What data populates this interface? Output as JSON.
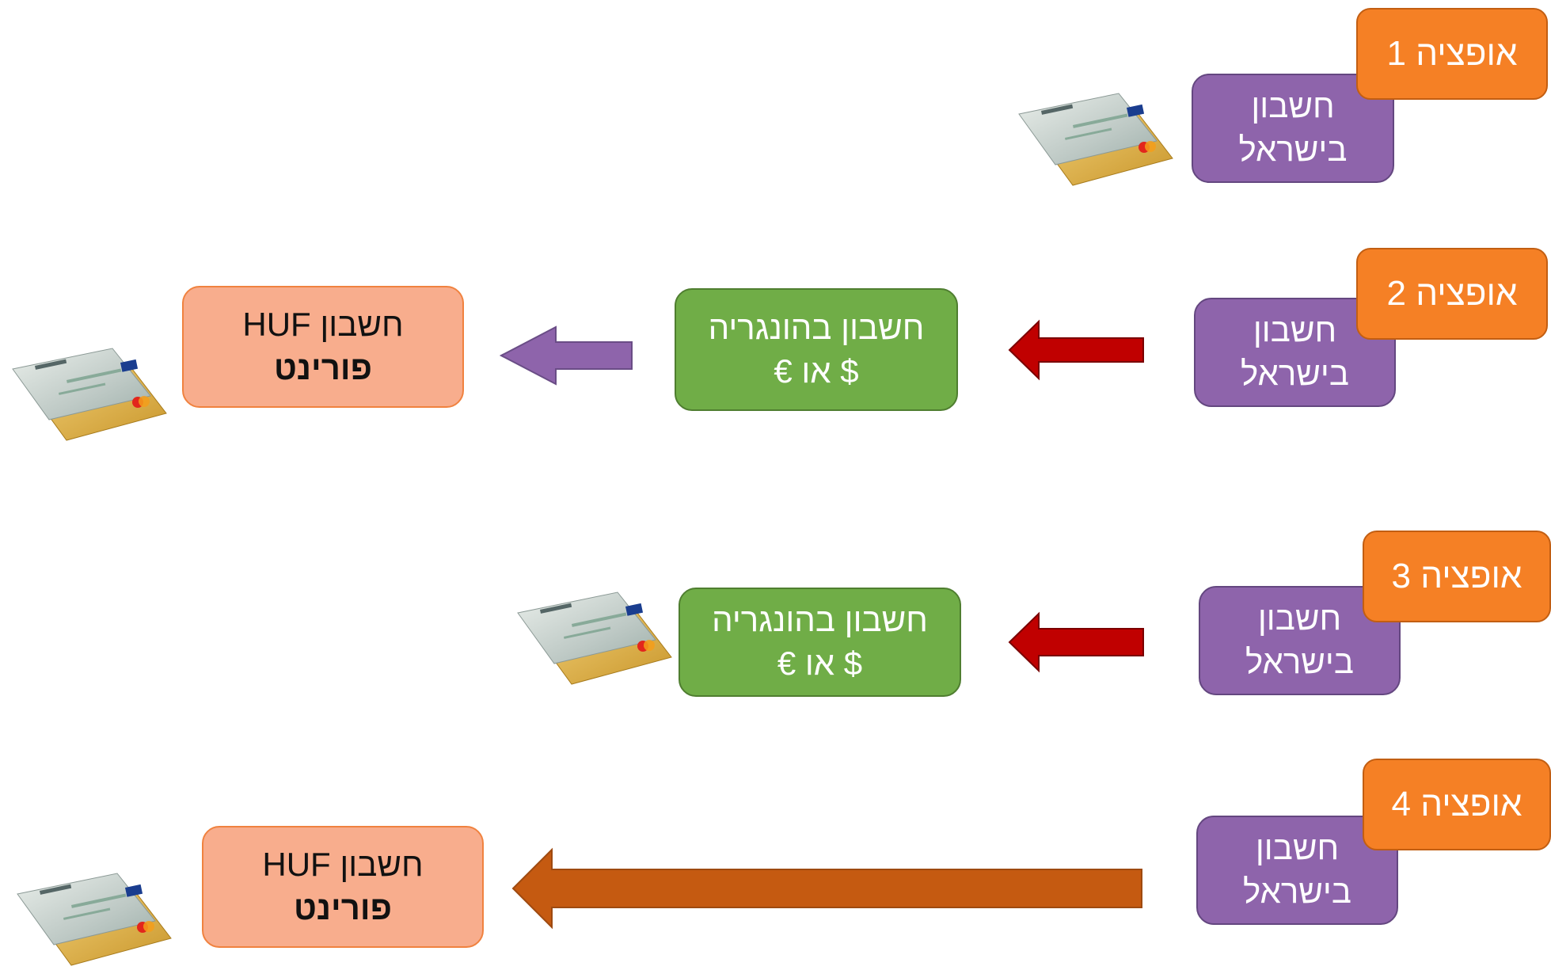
{
  "options": [
    {
      "option_label": "אופציה 1",
      "israel_account": {
        "line1": "חשבון",
        "line2": "בישראל"
      }
    },
    {
      "option_label": "אופציה 2",
      "israel_account": {
        "line1": "חשבון",
        "line2": "בישראל"
      },
      "hungary_account": {
        "line1": "חשבון בהונגריה",
        "line2": "$ או €"
      },
      "forint_account": {
        "line1": "חשבון HUF",
        "line2": "פורינט"
      }
    },
    {
      "option_label": "אופציה 3",
      "israel_account": {
        "line1": "חשבון",
        "line2": "בישראל"
      },
      "hungary_account": {
        "line1": "חשבון בהונגריה",
        "line2": "$ או €"
      }
    },
    {
      "option_label": "אופציה 4",
      "israel_account": {
        "line1": "חשבון",
        "line2": "בישראל"
      },
      "forint_account": {
        "line1": "חשבון HUF",
        "line2": "פורינט"
      }
    }
  ],
  "colors": {
    "israel_box": "#8e64ab",
    "option_tag": "#f58025",
    "hungary_box": "#70ad47",
    "forint_box": "#f8ad8d",
    "arrow_red": "#c00000",
    "arrow_purple": "#8e64ab",
    "arrow_orange": "#c55a11"
  },
  "icons": [
    "credit-cards-icon"
  ]
}
